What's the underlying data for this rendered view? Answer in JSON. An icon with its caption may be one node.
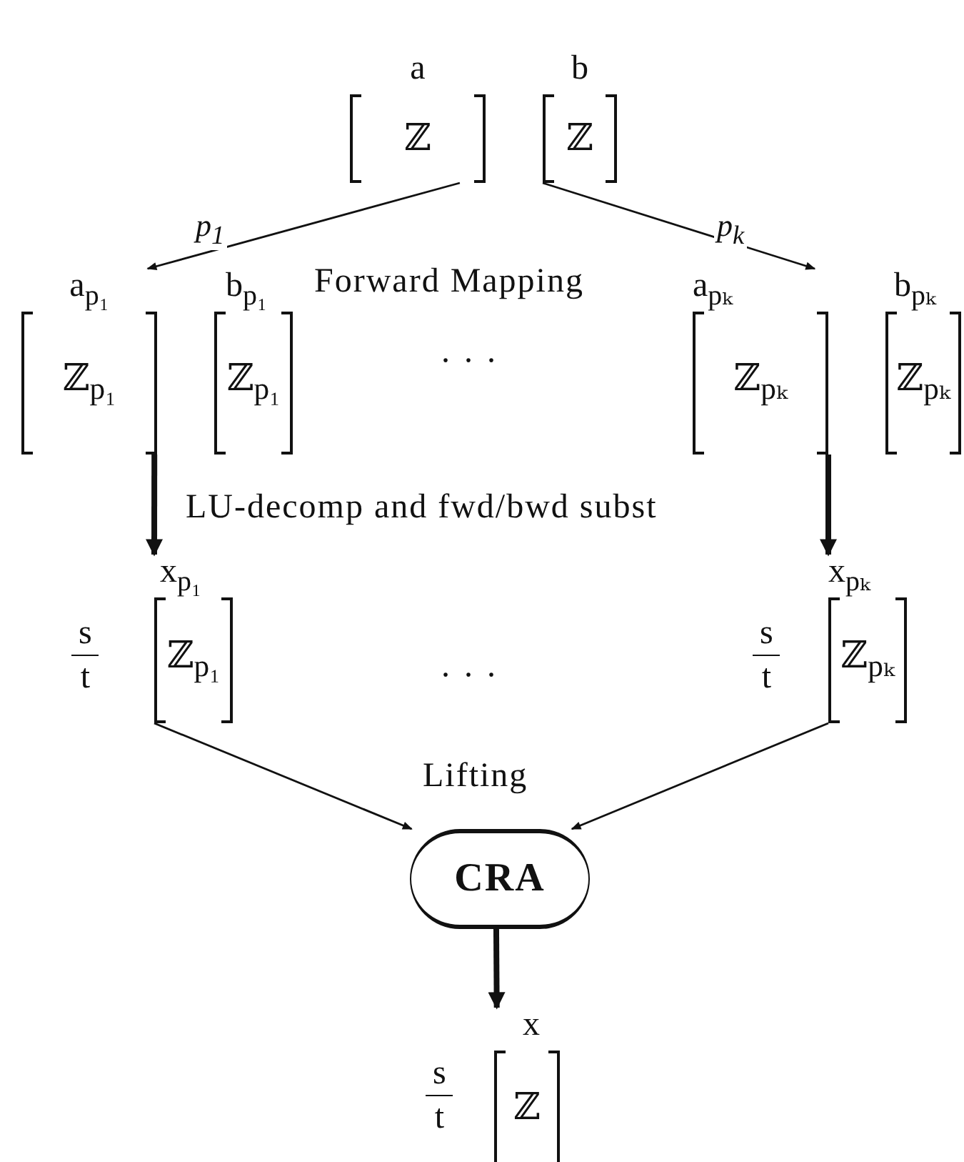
{
  "diagram": {
    "nodes": [
      {
        "text": [
          "a",
          "ℤ"
        ]
      },
      {
        "text": [
          "b",
          "ℤ"
        ]
      },
      {
        "text": [
          "a$_{p₁}$",
          "ℤ$_{p₁}$"
        ]
      },
      {
        "text": [
          "b$_{p₁}$",
          "ℤ$_{p₁}$"
        ]
      },
      {
        "text": [
          "a$_{pₖ}$",
          "ℤ$_{pₖ}$"
        ]
      },
      {
        "text": [
          "b$_{pₖ}$",
          "ℤ$_{pₖ}$"
        ]
      },
      {
        "text": [
          "x$_{p₁}$",
          "ℤ$_{p₁}$"
        ],
        "beside": [
          "s",
          "t"
        ]
      },
      {
        "text": [
          "x$_{pₖ}$",
          "ℤ$_{pₖ}$"
        ],
        "beside": [
          "s",
          "t"
        ]
      },
      {
        "text": [
          "CRA"
        ]
      },
      {
        "text": [
          "x",
          "ℤ"
        ],
        "beside": [
          "s",
          "t"
        ]
      }
    ],
    "edges": [
      {
        "from": 0,
        "to": 2,
        "arrow": "to",
        "label": "p$_{1}$"
      },
      {
        "from": 1,
        "to": 4,
        "arrow": "to",
        "label": "p$_{k}$"
      },
      {
        "from": 2,
        "to": 6,
        "arrow": "to",
        "style": "thick"
      },
      {
        "from": 4,
        "to": 7,
        "arrow": "to",
        "style": "thick"
      },
      {
        "from": 6,
        "to": 8,
        "arrow": "to"
      },
      {
        "from": 7,
        "to": 8,
        "arrow": "to"
      },
      {
        "from": 8,
        "to": 9,
        "arrow": "to",
        "style": "thick"
      }
    ],
    "labels": [
      "Forward Mapping",
      "· · ·",
      "LU-decomp and fwd/bwd subst",
      "· · ·",
      "Lifting"
    ]
  }
}
